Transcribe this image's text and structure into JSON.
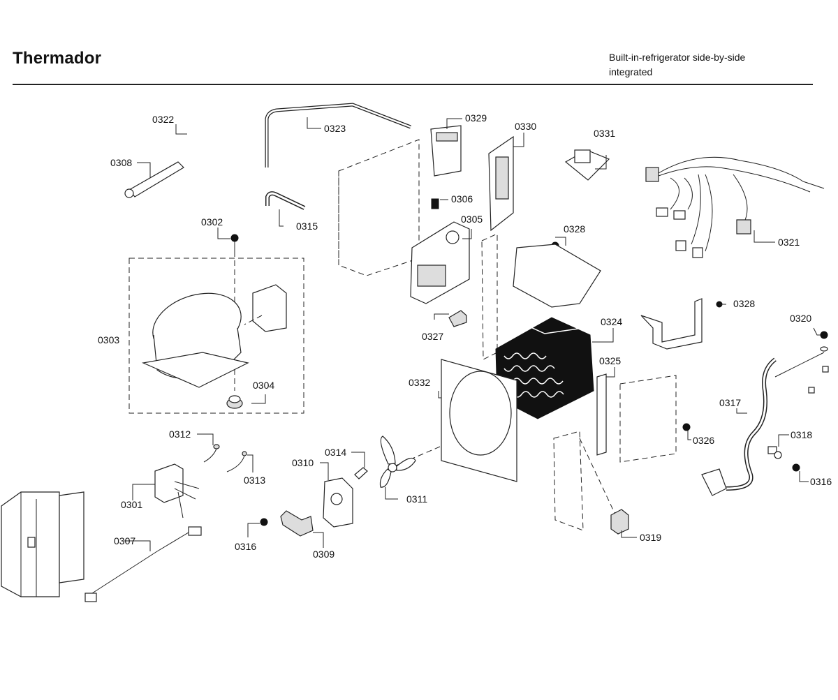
{
  "header": {
    "brand": "Thermador",
    "subtitle_line1": "Built-in-refrigerator side-by-side",
    "subtitle_line2": "integrated"
  },
  "parts": [
    {
      "id": "0301",
      "name": "transformer-box"
    },
    {
      "id": "0302",
      "name": "screw"
    },
    {
      "id": "0303",
      "name": "compressor-assembly"
    },
    {
      "id": "0304",
      "name": "grommet"
    },
    {
      "id": "0305",
      "name": "power-module"
    },
    {
      "id": "0306",
      "name": "screw"
    },
    {
      "id": "0307",
      "name": "wire-harness-cable"
    },
    {
      "id": "0308",
      "name": "dryer-filter"
    },
    {
      "id": "0309",
      "name": "bracket"
    },
    {
      "id": "0310",
      "name": "fan-motor"
    },
    {
      "id": "0311",
      "name": "fan-blade"
    },
    {
      "id": "0312",
      "name": "sensor"
    },
    {
      "id": "0313",
      "name": "sensor"
    },
    {
      "id": "0314",
      "name": "bolt"
    },
    {
      "id": "0315",
      "name": "tube"
    },
    {
      "id": "0316",
      "name": "screw"
    },
    {
      "id": "0317",
      "name": "power-cord"
    },
    {
      "id": "0318",
      "name": "clamp"
    },
    {
      "id": "0319",
      "name": "relay"
    },
    {
      "id": "0320",
      "name": "screw"
    },
    {
      "id": "0321",
      "name": "wire-harness"
    },
    {
      "id": "0322",
      "name": "tube"
    },
    {
      "id": "0323",
      "name": "tube"
    },
    {
      "id": "0324",
      "name": "condenser"
    },
    {
      "id": "0325",
      "name": "seal"
    },
    {
      "id": "0326",
      "name": "screw"
    },
    {
      "id": "0327",
      "name": "connector"
    },
    {
      "id": "0328",
      "name": "screw"
    },
    {
      "id": "0329",
      "name": "control-board"
    },
    {
      "id": "0330",
      "name": "control-board"
    },
    {
      "id": "0331",
      "name": "transformer-board"
    },
    {
      "id": "0332",
      "name": "fan-shroud"
    }
  ],
  "labels": {
    "l0322": "0322",
    "l0323": "0323",
    "l0308": "0308",
    "l0302": "0302",
    "l0315": "0315",
    "l0329": "0329",
    "l0330": "0330",
    "l0331": "0331",
    "l0306": "0306",
    "l0305": "0305",
    "l0328a": "0328",
    "l0321": "0321",
    "l0303": "0303",
    "l0304": "0304",
    "l0327": "0327",
    "l0324": "0324",
    "l0328b": "0328",
    "l0320": "0320",
    "l0332": "0332",
    "l0325": "0325",
    "l0317": "0317",
    "l0326": "0326",
    "l0318": "0318",
    "l0316a": "0316",
    "l0312": "0312",
    "l0313": "0313",
    "l0314": "0314",
    "l0310": "0310",
    "l0301": "0301",
    "l0311": "0311",
    "l0316b": "0316",
    "l0307": "0307",
    "l0309": "0309",
    "l0319": "0319"
  }
}
